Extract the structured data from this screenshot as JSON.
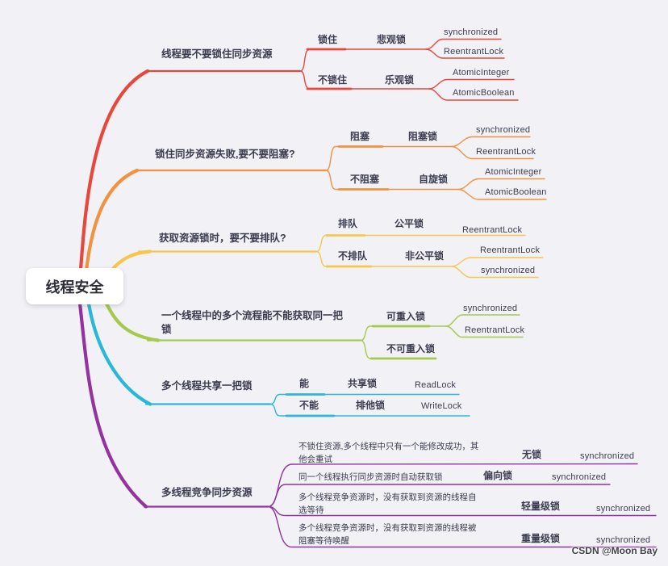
{
  "root": {
    "label": "线程安全"
  },
  "watermark": "CSDN @Moon Bay",
  "colors": {
    "red": "#e8483b",
    "orange": "#f0923f",
    "yellow": "#f8c64d",
    "green": "#a6c94d",
    "cyan": "#2ab7d8",
    "purple": "#9433a0"
  },
  "branches": [
    {
      "topic": "线程要不要锁住同步资源",
      "rows": [
        {
          "q": "锁住",
          "type": "悲观锁",
          "impls": [
            "synchronized",
            "ReentrantLock"
          ]
        },
        {
          "q": "不锁住",
          "type": "乐观锁",
          "impls": [
            "AtomicInteger",
            "AtomicBoolean"
          ]
        }
      ]
    },
    {
      "topic": "锁住同步资源失败,要不要阻塞?",
      "rows": [
        {
          "q": "阻塞",
          "type": "阻塞锁",
          "impls": [
            "synchronized",
            "ReentrantLock"
          ]
        },
        {
          "q": "不阻塞",
          "type": "自旋锁",
          "impls": [
            "AtomicInteger",
            "AtomicBoolean"
          ]
        }
      ]
    },
    {
      "topic": "获取资源锁时，要不要排队?",
      "rows": [
        {
          "q": "排队",
          "type": "公平锁",
          "impls": [
            "ReentrantLock"
          ]
        },
        {
          "q": "不排队",
          "type": "非公平锁",
          "impls": [
            "ReentrantLock",
            "synchronized"
          ]
        }
      ]
    },
    {
      "topic": "一个线程中的多个流程能不能获取同一把锁",
      "rows": [
        {
          "q": "可重入锁",
          "impls": [
            "synchronized",
            "ReentrantLock"
          ]
        },
        {
          "q": "不可重入锁",
          "impls": []
        }
      ]
    },
    {
      "topic": "多个线程共享一把锁",
      "rows": [
        {
          "q": "能",
          "type": "共享锁",
          "impls": [
            "ReadLock"
          ]
        },
        {
          "q": "不能",
          "type": "排他锁",
          "impls": [
            "WriteLock"
          ]
        }
      ]
    },
    {
      "topic": "多线程竞争同步资源",
      "rows": [
        {
          "desc": "不锁住资源,多个线程中只有一个能修改成功，其他会重试",
          "type": "无锁",
          "impls": [
            "synchronized"
          ]
        },
        {
          "desc": "同一个线程执行同步资源时自动获取锁",
          "type": "偏向锁",
          "impls": [
            "synchronized"
          ]
        },
        {
          "desc": "多个线程竞争资源时，没有获取到资源的线程自选等待",
          "type": "轻量级锁",
          "impls": [
            "synchronized"
          ]
        },
        {
          "desc": "多个线程竞争资源时，没有获取到资源的线程被阻塞等待唤醒",
          "type": "重量级锁",
          "impls": [
            "synchronized"
          ]
        }
      ]
    }
  ]
}
